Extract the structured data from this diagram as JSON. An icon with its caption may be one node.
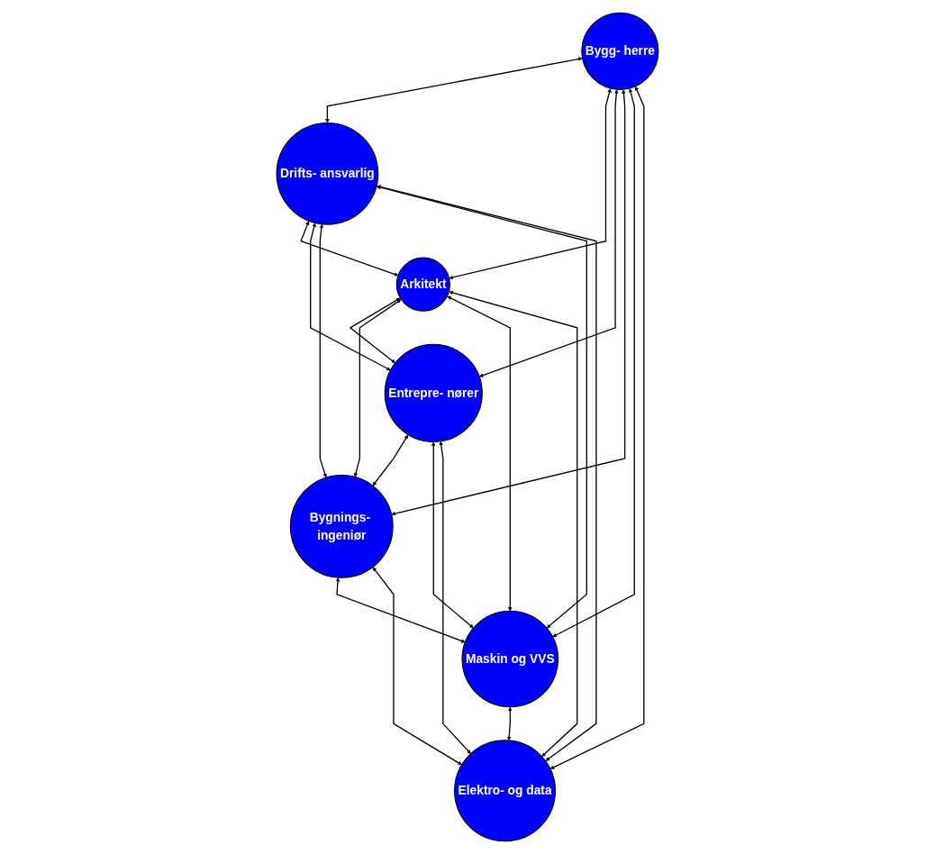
{
  "diagram": {
    "nodes": [
      {
        "text": [
          "Bygg- herre"
        ]
      },
      {
        "text": [
          "Drifts- ansvarlig"
        ]
      },
      {
        "text": [
          "Arkitekt"
        ]
      },
      {
        "text": [
          "Entrepre- nører"
        ]
      },
      {
        "text": [
          "Bygnings- ingeniør"
        ]
      },
      {
        "text": [
          "Maskin og VVS"
        ]
      },
      {
        "text": [
          "Elektro- og data"
        ]
      }
    ],
    "edges": [
      {
        "from": 0,
        "to": 1,
        "arrow": "both"
      },
      {
        "from": 0,
        "to": 2,
        "arrow": "both"
      },
      {
        "from": 0,
        "to": 3,
        "arrow": "both"
      },
      {
        "from": 0,
        "to": 4,
        "arrow": "both"
      },
      {
        "from": 0,
        "to": 5,
        "arrow": "both"
      },
      {
        "from": 0,
        "to": 6,
        "arrow": "both"
      },
      {
        "from": 1,
        "to": 2,
        "arrow": "both"
      },
      {
        "from": 1,
        "to": 3,
        "arrow": "both"
      },
      {
        "from": 1,
        "to": 4,
        "arrow": "both"
      },
      {
        "from": 1,
        "to": 5,
        "arrow": "both"
      },
      {
        "from": 1,
        "to": 6,
        "arrow": "both"
      },
      {
        "from": 2,
        "to": 3,
        "arrow": "both"
      },
      {
        "from": 2,
        "to": 4,
        "arrow": "both"
      },
      {
        "from": 2,
        "to": 5,
        "arrow": "both"
      },
      {
        "from": 2,
        "to": 6,
        "arrow": "both"
      },
      {
        "from": 3,
        "to": 4,
        "arrow": "both"
      },
      {
        "from": 3,
        "to": 5,
        "arrow": "both"
      },
      {
        "from": 3,
        "to": 6,
        "arrow": "both"
      },
      {
        "from": 4,
        "to": 5,
        "arrow": "both"
      },
      {
        "from": 4,
        "to": 6,
        "arrow": "both"
      },
      {
        "from": 5,
        "to": 6,
        "arrow": "both"
      }
    ]
  }
}
